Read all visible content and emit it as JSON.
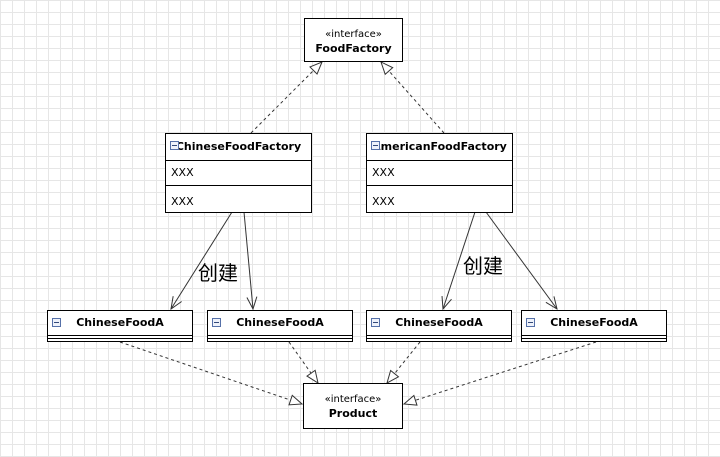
{
  "interfaces": {
    "food_factory": {
      "stereotype": "«interface»",
      "name": "FoodFactory"
    },
    "product": {
      "stereotype": "«interface»",
      "name": "Product"
    }
  },
  "factories": {
    "chinese": {
      "name": "ChineseFoodFactory",
      "attributes": "XXX",
      "operations": "XXX"
    },
    "american": {
      "name": "AmericanFoodFactory",
      "attributes": "XXX",
      "operations": "XXX"
    }
  },
  "products": [
    {
      "name": "ChineseFoodA"
    },
    {
      "name": "ChineseFoodA"
    },
    {
      "name": "ChineseFoodA"
    },
    {
      "name": "ChineseFoodA"
    }
  ],
  "relations": {
    "create_label_left": "创建",
    "create_label_right": "创建"
  },
  "colors": {
    "line": "#333333",
    "grid": "#e6e6e6",
    "icon": "#5570a8"
  }
}
